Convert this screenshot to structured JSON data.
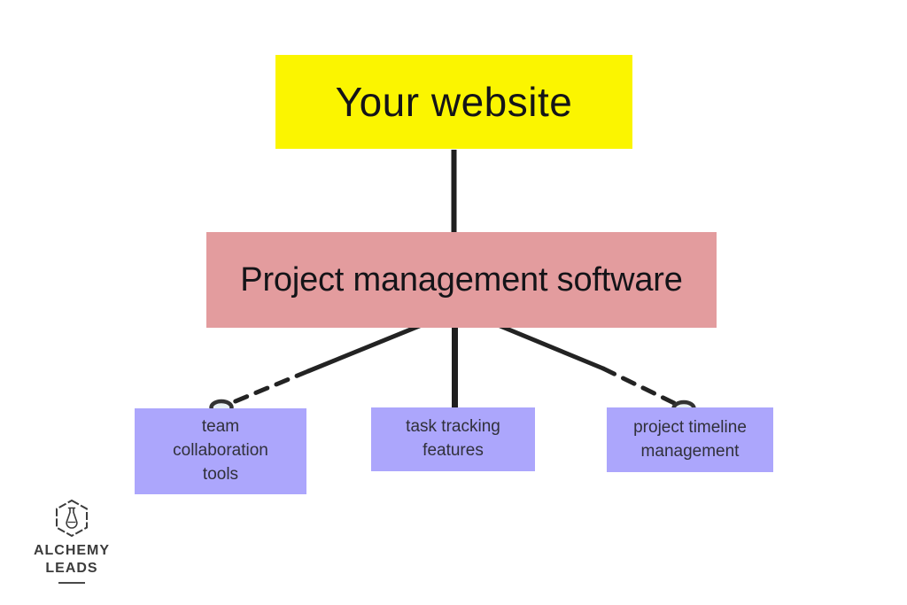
{
  "diagram": {
    "title_hint": "keyword cluster diagram",
    "root": {
      "label": "Your website",
      "bg_color": "#FBF500"
    },
    "hub": {
      "label": "Project management software",
      "bg_color": "#E39C9E"
    },
    "children": [
      {
        "id": "team-collaboration-tools",
        "label": "team\ncollaboration\ntools"
      },
      {
        "id": "task-tracking-features",
        "label": "task tracking\nfeatures"
      },
      {
        "id": "project-timeline-management",
        "label": "project timeline\nmanagement"
      }
    ],
    "child_bg_color": "#ACA6FC",
    "connector_color": "#1F1F1F",
    "connector_endpoint_fill": "#EAF1F4",
    "connector_endpoint_stroke": "#333333"
  },
  "logo": {
    "icon": "flask-in-hexagon-icon",
    "line1": "ALCHEMY",
    "line2": "LEADS"
  }
}
